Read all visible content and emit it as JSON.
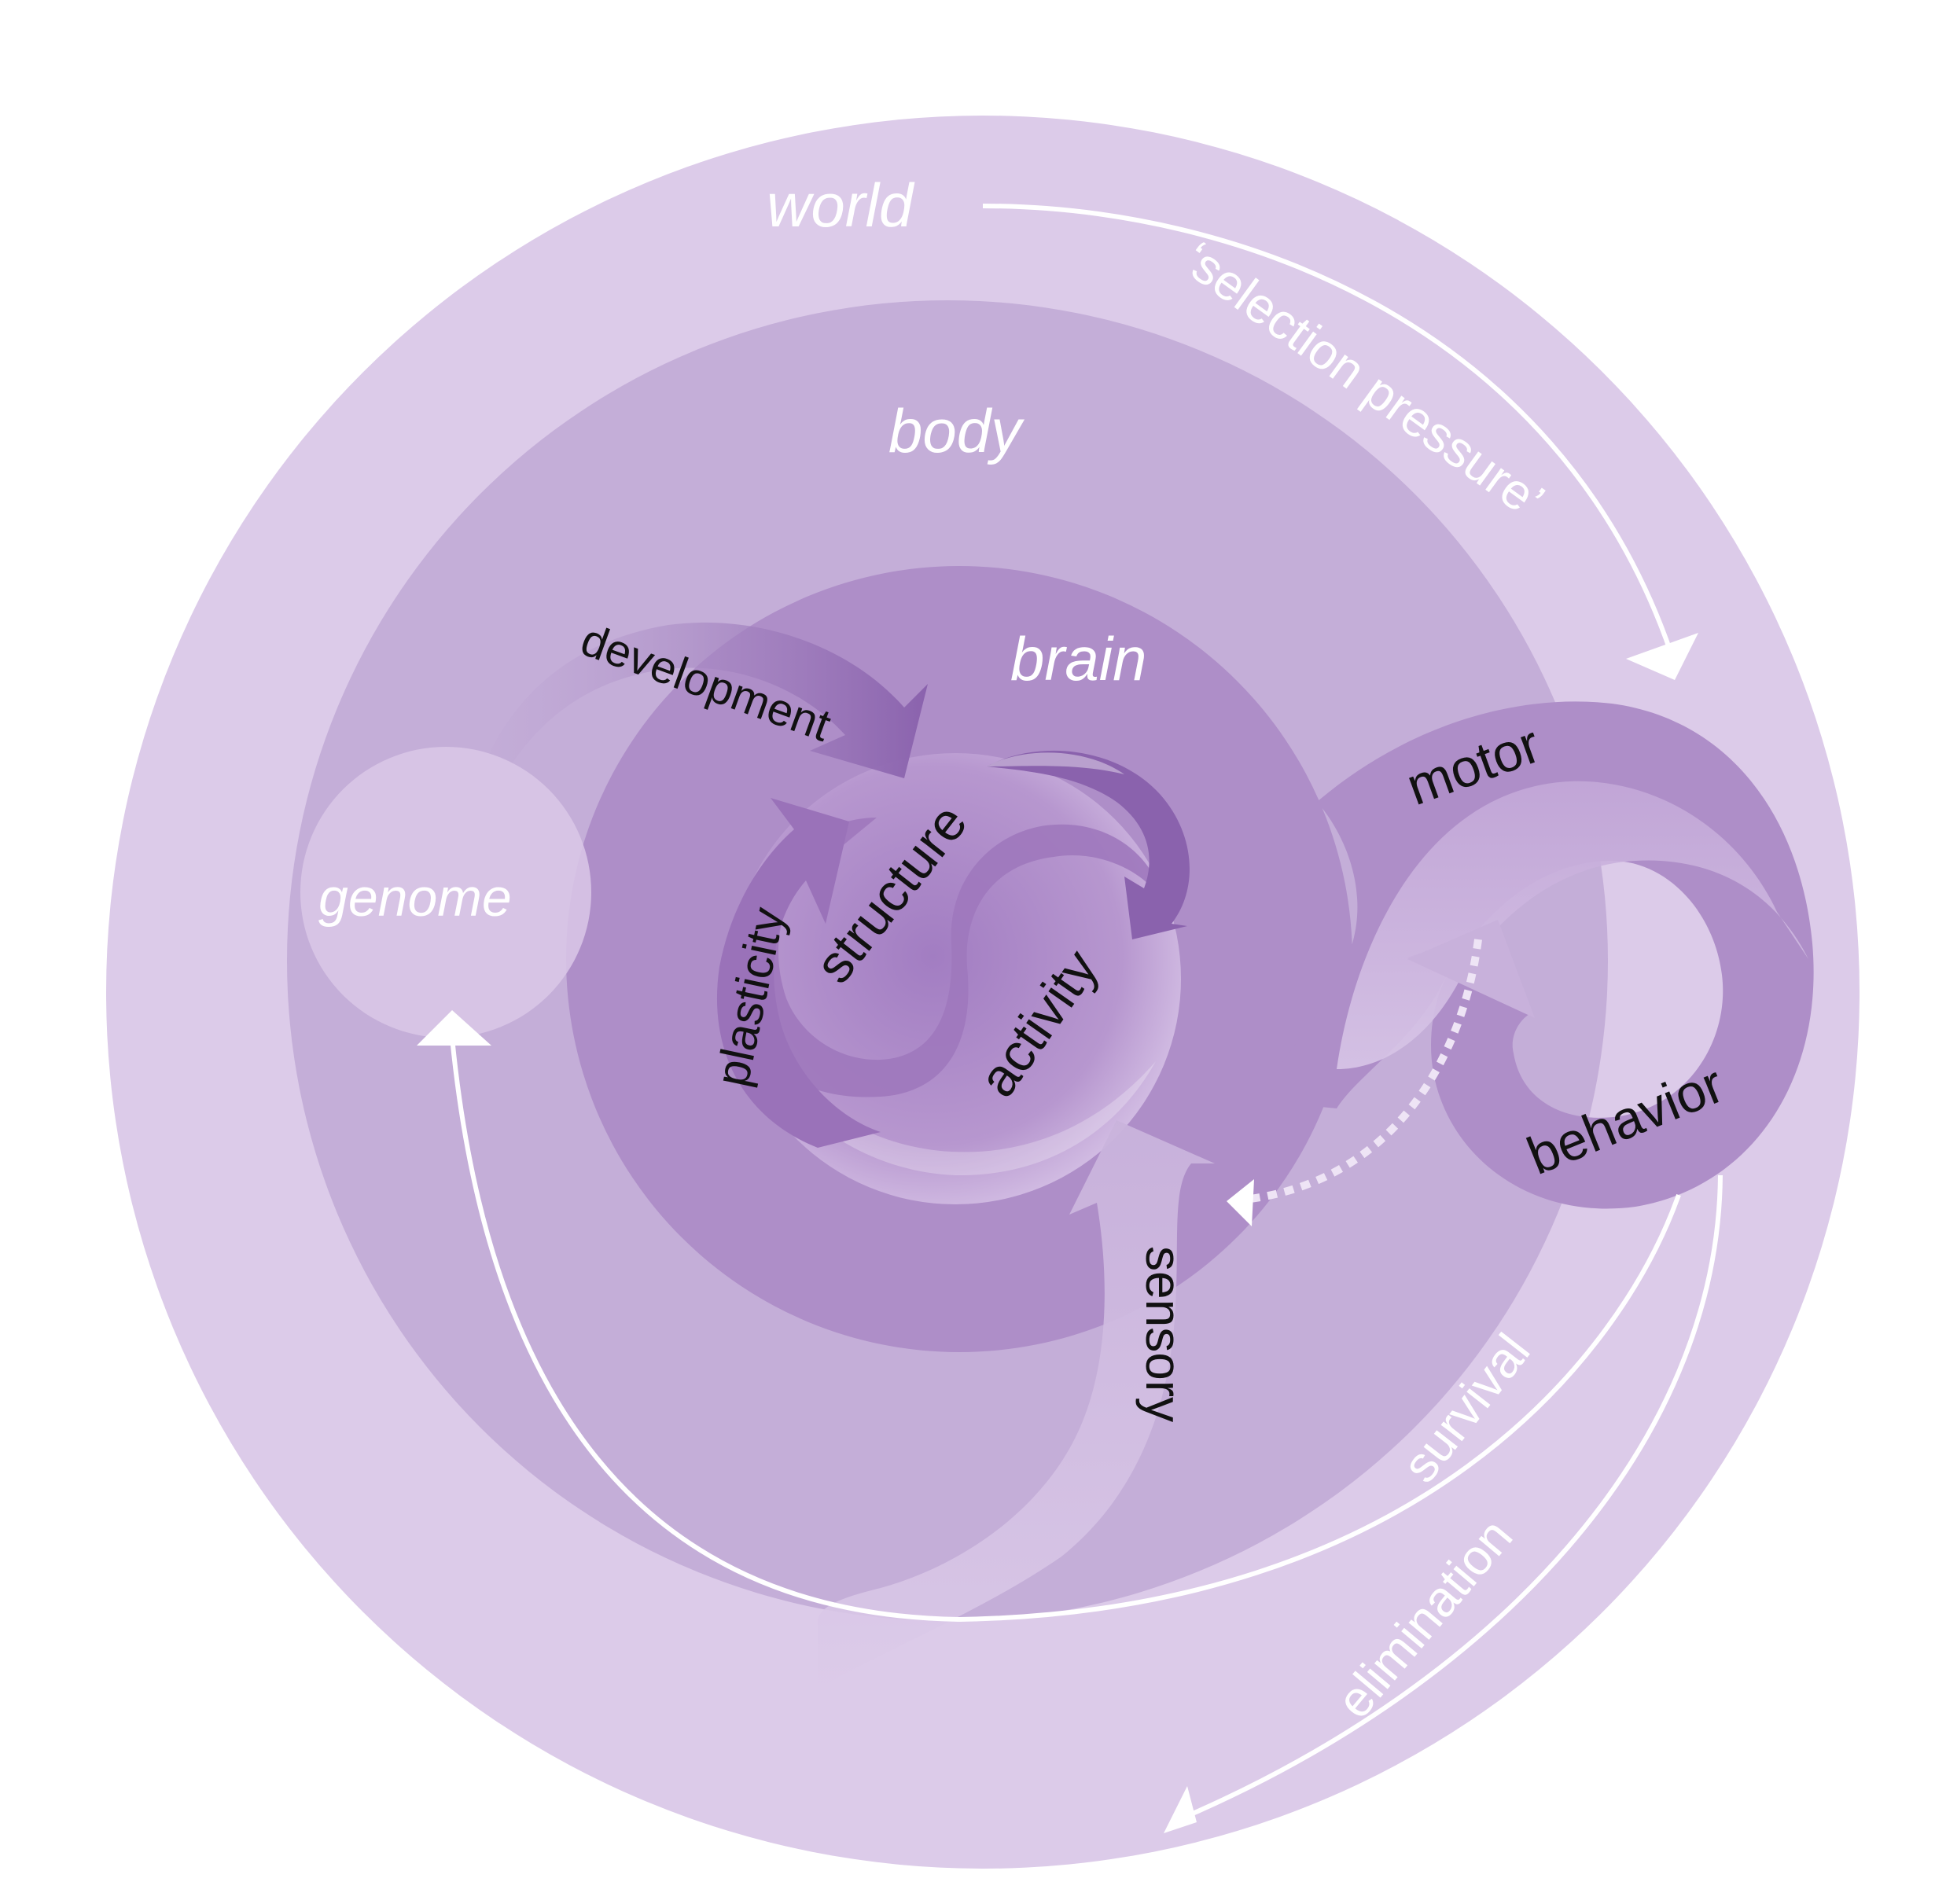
{
  "labels": {
    "world": "world",
    "selection_pressure": "‘selection pressure’",
    "body": "body",
    "brain": "brain",
    "genome": "genome",
    "development": "development",
    "structure": "structure",
    "plasticity": "plasticity",
    "activity": "activity",
    "motor": "motor",
    "behavior": "behavior",
    "sensory": "sensory",
    "survival": "survival",
    "elimination": "elimination"
  },
  "colors": {
    "world": "#dccbe9",
    "body": "#c4aed8",
    "brain": "#ae8ec8",
    "core": "#9f78bd",
    "genome": "#dac8e8",
    "arrow_dark": "#8a62ad",
    "white": "#ffffff"
  }
}
